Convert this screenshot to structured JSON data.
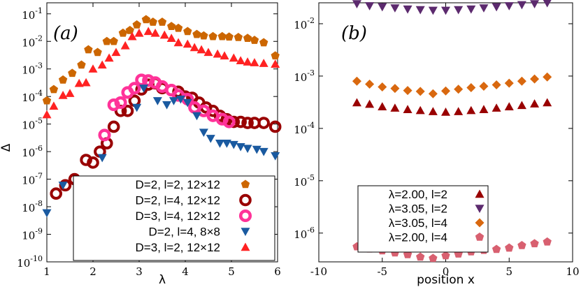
{
  "chart_data": [
    {
      "type": "scatter",
      "panel_label": "(a)",
      "xlabel": "λ",
      "ylabel": "Δ",
      "xlim": [
        1,
        6
      ],
      "ylim_log10": [
        -10,
        -0.6
      ],
      "yscale": "log",
      "x_ticks": [
        "1",
        "2",
        "3",
        "4",
        "5",
        "6"
      ],
      "y_ticks": [
        {
          "base": "10",
          "exp": "-1"
        },
        {
          "base": "10",
          "exp": "-2"
        },
        {
          "base": "10",
          "exp": "-3"
        },
        {
          "base": "10",
          "exp": "-4"
        },
        {
          "base": "10",
          "exp": "-5"
        },
        {
          "base": "10",
          "exp": "-6"
        },
        {
          "base": "10",
          "exp": "-7"
        },
        {
          "base": "10",
          "exp": "-8"
        },
        {
          "base": "10",
          "exp": "-9"
        },
        {
          "base": "10",
          "exp": "-10"
        }
      ],
      "legend_position": "bottom-right",
      "series": [
        {
          "name": "D=2, l=2, 12×12",
          "marker": "pentagon",
          "color": "#cc6600",
          "points": [
            [
              1.0,
              7e-05
            ],
            [
              1.15,
              0.00018
            ],
            [
              1.35,
              0.0004
            ],
            [
              1.55,
              0.0007
            ],
            [
              1.75,
              0.0014
            ],
            [
              1.9,
              0.005
            ],
            [
              2.1,
              0.004
            ],
            [
              2.3,
              0.01
            ],
            [
              2.45,
              0.01
            ],
            [
              2.65,
              0.02
            ],
            [
              2.8,
              0.025
            ],
            [
              2.95,
              0.04
            ],
            [
              3.15,
              0.062
            ],
            [
              3.3,
              0.05
            ],
            [
              3.5,
              0.05
            ],
            [
              3.7,
              0.035
            ],
            [
              3.85,
              0.03
            ],
            [
              4.05,
              0.023
            ],
            [
              4.25,
              0.018
            ],
            [
              4.4,
              0.016
            ],
            [
              4.6,
              0.015
            ],
            [
              4.8,
              0.015
            ],
            [
              4.95,
              0.0145
            ],
            [
              5.15,
              0.014
            ],
            [
              5.35,
              0.013
            ],
            [
              5.5,
              0.011
            ],
            [
              5.7,
              0.009
            ],
            [
              5.95,
              0.003
            ]
          ]
        },
        {
          "name": "D=2, l=4, 12×12",
          "marker": "thick-ring",
          "color": "#990000",
          "points": [
            [
              1.2,
              3e-08
            ],
            [
              1.4,
              6e-08
            ],
            [
              1.6,
              1e-07
            ],
            [
              1.85,
              5e-07
            ],
            [
              2.0,
              4e-07
            ],
            [
              2.15,
              1e-06
            ],
            [
              2.3,
              2e-06
            ],
            [
              2.45,
              8e-06
            ],
            [
              2.6,
              3e-05
            ],
            [
              2.75,
              3e-05
            ],
            [
              2.9,
              7e-05
            ],
            [
              3.05,
              0.00018
            ],
            [
              3.2,
              0.00027
            ],
            [
              3.35,
              0.0003
            ],
            [
              3.5,
              0.0002
            ],
            [
              3.7,
              0.00017
            ],
            [
              3.85,
              0.00015
            ],
            [
              4.0,
              0.0001
            ],
            [
              4.15,
              9e-05
            ],
            [
              4.3,
              6e-05
            ],
            [
              4.45,
              4e-05
            ],
            [
              4.6,
              3e-05
            ],
            [
              4.75,
              2e-05
            ],
            [
              4.9,
              1.5e-05
            ],
            [
              5.05,
              1.2e-05
            ],
            [
              5.2,
              1.2e-05
            ],
            [
              5.35,
              1.1e-05
            ],
            [
              5.5,
              1.1e-05
            ],
            [
              5.7,
              1.1e-05
            ],
            [
              5.95,
              8e-06
            ]
          ]
        },
        {
          "name": "D=3, l=4, 12×12",
          "marker": "ring",
          "color": "#ff3399",
          "points": [
            [
              2.25,
              4e-06
            ],
            [
              2.45,
              5e-05
            ],
            [
              2.6,
              6e-05
            ],
            [
              2.75,
              0.00014
            ],
            [
              2.9,
              0.0002
            ],
            [
              3.05,
              0.0004
            ],
            [
              3.2,
              0.00038
            ],
            [
              3.35,
              0.00032
            ],
            [
              3.5,
              0.00023
            ],
            [
              3.7,
              0.00017
            ],
            [
              3.85,
              0.00011
            ],
            [
              4.05,
              8e-05
            ],
            [
              4.2,
              4e-05
            ],
            [
              4.4,
              3e-05
            ],
            [
              4.6,
              2e-05
            ],
            [
              4.8,
              1.5e-05
            ],
            [
              4.95,
              1.2e-05
            ]
          ]
        },
        {
          "name": "D=2, l=4, 8×8",
          "marker": "triangle-down",
          "color": "#1a5aa0",
          "points": [
            [
              1.0,
              6e-09
            ],
            [
              1.35,
              6e-08
            ],
            [
              2.2,
              6e-07
            ],
            [
              2.95,
              4e-05
            ],
            [
              3.1,
              0.0002
            ],
            [
              3.4,
              7e-05
            ],
            [
              3.6,
              5e-05
            ],
            [
              3.75,
              7e-05
            ],
            [
              3.9,
              8e-05
            ],
            [
              4.05,
              6e-05
            ],
            [
              4.25,
              2e-05
            ],
            [
              4.4,
              5e-06
            ],
            [
              4.55,
              3e-06
            ],
            [
              4.75,
              2e-06
            ],
            [
              4.9,
              2e-06
            ],
            [
              5.05,
              1.8e-06
            ],
            [
              5.2,
              1.5e-06
            ],
            [
              5.35,
              1.3e-06
            ],
            [
              5.55,
              1.2e-06
            ],
            [
              5.7,
              1e-06
            ],
            [
              5.95,
              7e-07
            ]
          ]
        },
        {
          "name": "D=3, l=2, 12×12",
          "marker": "triangle-up",
          "color": "#ff2222",
          "points": [
            [
              1.0,
              2.2e-05
            ],
            [
              1.15,
              4.5e-05
            ],
            [
              1.35,
              0.00011
            ],
            [
              1.5,
              0.00013
            ],
            [
              1.7,
              0.0003
            ],
            [
              1.85,
              0.00032
            ],
            [
              2.0,
              0.001
            ],
            [
              2.2,
              0.0014
            ],
            [
              2.35,
              0.0025
            ],
            [
              2.5,
              0.004
            ],
            [
              2.7,
              0.007
            ],
            [
              2.85,
              0.015
            ],
            [
              3.0,
              0.02
            ],
            [
              3.2,
              0.023
            ],
            [
              3.35,
              0.02
            ],
            [
              3.55,
              0.017
            ],
            [
              3.7,
              0.013
            ],
            [
              3.85,
              0.009
            ],
            [
              4.05,
              0.008
            ],
            [
              4.2,
              0.006
            ],
            [
              4.35,
              0.005
            ],
            [
              4.5,
              0.004
            ],
            [
              4.7,
              0.0035
            ],
            [
              4.85,
              0.003
            ],
            [
              5.05,
              0.0025
            ],
            [
              5.2,
              0.002
            ],
            [
              5.35,
              0.0018
            ],
            [
              5.5,
              0.0017
            ],
            [
              5.7,
              0.0016
            ],
            [
              5.95,
              0.0015
            ]
          ]
        }
      ]
    },
    {
      "type": "scatter",
      "panel_label": "(b)",
      "xlabel": "position x",
      "ylabel": "",
      "xlim": [
        -10,
        10
      ],
      "ylim_log10": [
        -6.55,
        -1.6
      ],
      "yscale": "log",
      "x_ticks": [
        "-10",
        "-5",
        "0",
        "5",
        "10"
      ],
      "y_ticks": [
        {
          "base": "10",
          "exp": "-2"
        },
        {
          "base": "10",
          "exp": "-3"
        },
        {
          "base": "10",
          "exp": "-4"
        },
        {
          "base": "10",
          "exp": "-5"
        },
        {
          "base": "10",
          "exp": "-6"
        }
      ],
      "legend_position": "bottom-left",
      "series": [
        {
          "name": "λ=2.00, l=2",
          "marker": "triangle-up",
          "color": "#990000",
          "points": [
            [
              -7,
              0.00031
            ],
            [
              -6,
              0.00029
            ],
            [
              -5,
              0.00026
            ],
            [
              -4,
              0.000245
            ],
            [
              -3,
              0.00023
            ],
            [
              -2,
              0.00022
            ],
            [
              -1,
              0.00021
            ],
            [
              0,
              0.000205
            ],
            [
              1,
              0.00021
            ],
            [
              2,
              0.00022
            ],
            [
              3,
              0.00023
            ],
            [
              4,
              0.000245
            ],
            [
              5,
              0.00026
            ],
            [
              6,
              0.000275
            ],
            [
              7,
              0.000295
            ],
            [
              8,
              0.00031
            ]
          ]
        },
        {
          "name": "λ=3.05, l=2",
          "marker": "triangle-down",
          "color": "#5c2a6e",
          "points": [
            [
              -7,
              0.024
            ],
            [
              -6,
              0.022
            ],
            [
              -5,
              0.021
            ],
            [
              -4,
              0.02
            ],
            [
              -3,
              0.019
            ],
            [
              -2,
              0.0185
            ],
            [
              -1,
              0.018
            ],
            [
              0,
              0.018
            ],
            [
              1,
              0.0185
            ],
            [
              2,
              0.019
            ],
            [
              3,
              0.02
            ],
            [
              4,
              0.021
            ],
            [
              5,
              0.022
            ],
            [
              6,
              0.023
            ],
            [
              7,
              0.024
            ],
            [
              8,
              0.025
            ]
          ]
        },
        {
          "name": "λ=3.05, l=4",
          "marker": "diamond",
          "color": "#d9680f",
          "points": [
            [
              -7,
              0.0008
            ],
            [
              -6,
              0.0007
            ],
            [
              -5,
              0.00062
            ],
            [
              -4,
              0.00058
            ],
            [
              -3,
              0.00053
            ],
            [
              -2,
              0.00051
            ],
            [
              -1,
              0.00046
            ],
            [
              0,
              0.00052
            ],
            [
              1,
              0.00056
            ],
            [
              2,
              0.0006
            ],
            [
              3,
              0.00064
            ],
            [
              4,
              0.00068
            ],
            [
              5,
              0.00073
            ],
            [
              6,
              0.0008
            ],
            [
              7,
              0.00088
            ],
            [
              8,
              0.00096
            ]
          ]
        },
        {
          "name": "λ=2.00, l=4",
          "marker": "pentagon",
          "color": "#d86070",
          "points": [
            [
              -7,
              5.5e-07
            ],
            [
              -6,
              5e-07
            ],
            [
              -5,
              4.6e-07
            ],
            [
              -4,
              4.2e-07
            ],
            [
              -3,
              3.9e-07
            ],
            [
              -2,
              3.5e-07
            ],
            [
              -1,
              3.3e-07
            ],
            [
              0,
              3.7e-07
            ],
            [
              1,
              4e-07
            ],
            [
              2,
              4.4e-07
            ],
            [
              3,
              4.7e-07
            ],
            [
              4,
              4.9e-07
            ],
            [
              5,
              5.2e-07
            ],
            [
              6,
              5.8e-07
            ],
            [
              7,
              6.3e-07
            ],
            [
              8,
              6.8e-07
            ]
          ]
        }
      ]
    }
  ]
}
